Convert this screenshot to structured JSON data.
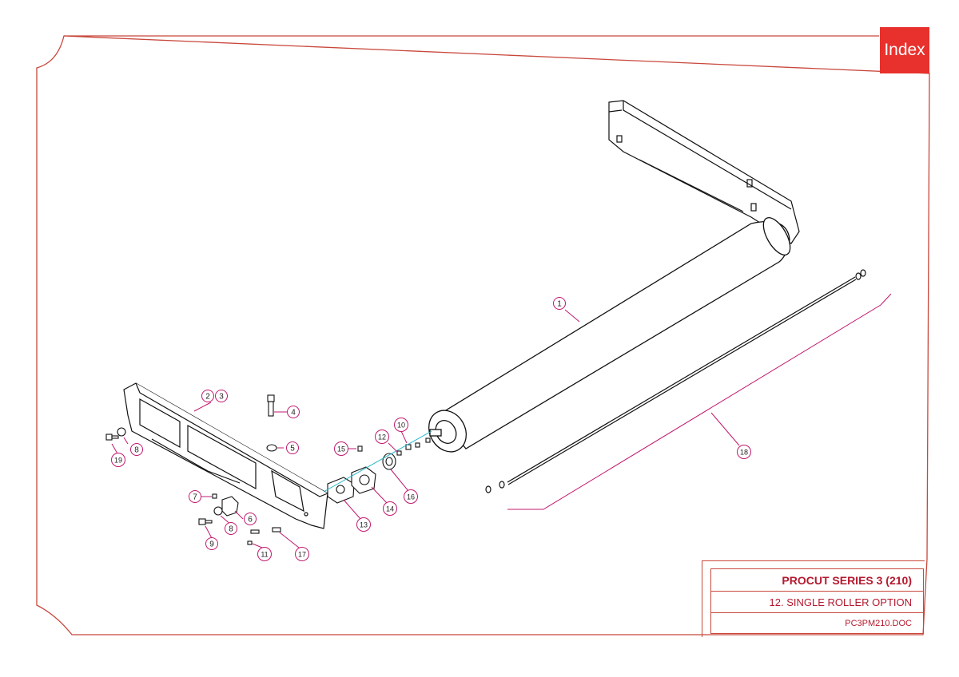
{
  "index_button": {
    "label": "Index"
  },
  "title_block": {
    "series": "PROCUT SERIES 3 (210)",
    "title": "12. SINGLE ROLLER OPTION",
    "doc": "PC3PM210.DOC"
  },
  "callouts": [
    {
      "name": "callout-1",
      "label": "1"
    },
    {
      "name": "callout-2",
      "label": "2"
    },
    {
      "name": "callout-3",
      "label": "3"
    },
    {
      "name": "callout-4",
      "label": "4"
    },
    {
      "name": "callout-5",
      "label": "5"
    },
    {
      "name": "callout-6",
      "label": "6"
    },
    {
      "name": "callout-7",
      "label": "7"
    },
    {
      "name": "callout-8a",
      "label": "8"
    },
    {
      "name": "callout-8b",
      "label": "8"
    },
    {
      "name": "callout-9",
      "label": "9"
    },
    {
      "name": "callout-10",
      "label": "10"
    },
    {
      "name": "callout-11",
      "label": "11"
    },
    {
      "name": "callout-12",
      "label": "12"
    },
    {
      "name": "callout-13",
      "label": "13"
    },
    {
      "name": "callout-14",
      "label": "14"
    },
    {
      "name": "callout-15",
      "label": "15"
    },
    {
      "name": "callout-16",
      "label": "16"
    },
    {
      "name": "callout-17",
      "label": "17"
    },
    {
      "name": "callout-18",
      "label": "18"
    },
    {
      "name": "callout-19",
      "label": "19"
    }
  ],
  "colors": {
    "border": "#c8473b",
    "callout": "#c2186e",
    "accent": "#e8312c",
    "line": "#111111"
  }
}
